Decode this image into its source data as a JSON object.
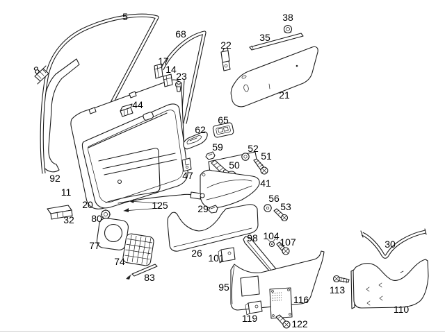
{
  "diagram": {
    "background_color": "#ffffff",
    "ink_color": "#1a1a1a",
    "parts": [
      "5",
      "68",
      "8",
      "92",
      "11",
      "20",
      "44",
      "17",
      "14",
      "23",
      "22",
      "35",
      "38",
      "21",
      "62",
      "65",
      "59",
      "52",
      "51",
      "50",
      "47",
      "41",
      "125",
      "29",
      "56",
      "53",
      "26",
      "80",
      "32",
      "77",
      "74",
      "83",
      "101",
      "98",
      "104",
      "107",
      "95",
      "116",
      "119",
      "122",
      "113",
      "110",
      "30"
    ]
  }
}
